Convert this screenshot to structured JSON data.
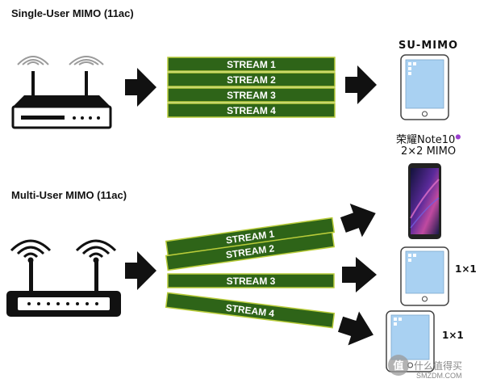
{
  "su_section": {
    "heading": "Single-User MIMO (11ac)",
    "streams": [
      "STREAM 1",
      "STREAM 2",
      "STREAM 3",
      "STREAM 4"
    ],
    "device_label": "SU-MIMO"
  },
  "mu_section": {
    "heading": "Multi-User MIMO (11ac)",
    "streams": [
      "STREAM 1",
      "STREAM 2",
      "STREAM 3",
      "STREAM 4"
    ],
    "phone_name": "荣耀Note10",
    "phone_mimo": "2×2 MIMO",
    "tablet_labels": [
      "1×1",
      "1×1"
    ]
  },
  "watermark": {
    "name": "什么值得买",
    "site": "SMZDM.COM"
  },
  "colors": {
    "stream_fill": "#2e6418",
    "stream_border": "#b9cc3a",
    "router_dark": "#111111",
    "screen": "#a9d1f2",
    "phone_glow": "#8a3fd0"
  }
}
